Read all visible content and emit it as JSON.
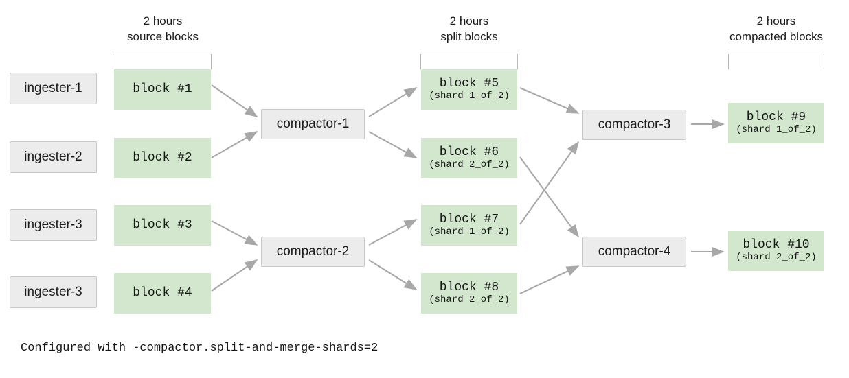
{
  "diagram": {
    "caption": "Configured with -compactor.split-and-merge-shards=2",
    "colors": {
      "block_fill": "#d2e7cd",
      "node_fill": "#ececec",
      "node_border": "#c8c8c8",
      "arrow": "#a8a8a8",
      "text": "#1c1c1c"
    },
    "groups": [
      {
        "name": "source-blocks",
        "line1": "2 hours",
        "line2": "source blocks"
      },
      {
        "name": "split-blocks",
        "line1": "2 hours",
        "line2": "split blocks"
      },
      {
        "name": "compacted-blocks",
        "line1": "2 hours",
        "line2": "compacted blocks"
      }
    ],
    "ingesters": [
      {
        "label": "ingester-1"
      },
      {
        "label": "ingester-2"
      },
      {
        "label": "ingester-3"
      },
      {
        "label": "ingester-3"
      }
    ],
    "source_blocks": [
      {
        "title": "block #1",
        "sub": ""
      },
      {
        "title": "block #2",
        "sub": ""
      },
      {
        "title": "block #3",
        "sub": ""
      },
      {
        "title": "block #4",
        "sub": ""
      }
    ],
    "split_compactors": [
      {
        "label": "compactor-1"
      },
      {
        "label": "compactor-2"
      }
    ],
    "split_blocks": [
      {
        "title": "block #5",
        "sub": "(shard 1_of_2)"
      },
      {
        "title": "block #6",
        "sub": "(shard 2_of_2)"
      },
      {
        "title": "block #7",
        "sub": "(shard 1_of_2)"
      },
      {
        "title": "block #8",
        "sub": "(shard 2_of_2)"
      }
    ],
    "merge_compactors": [
      {
        "label": "compactor-3"
      },
      {
        "label": "compactor-4"
      }
    ],
    "compacted_blocks": [
      {
        "title": "block #9",
        "sub": "(shard 1_of_2)"
      },
      {
        "title": "block #10",
        "sub": "(shard 2_of_2)"
      }
    ]
  }
}
